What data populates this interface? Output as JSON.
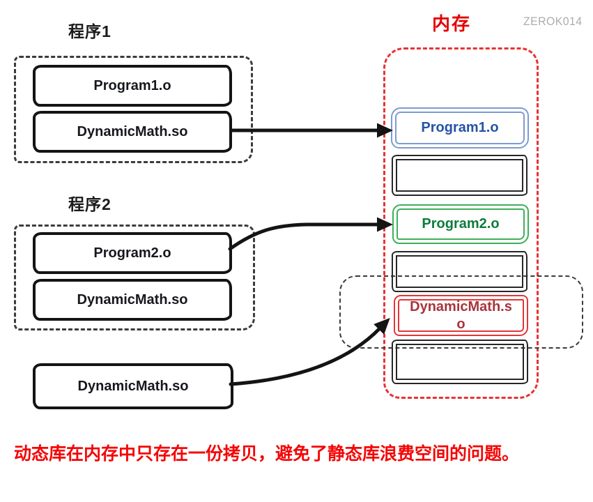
{
  "watermark": "ZEROK014",
  "program1": {
    "title": "程序1",
    "boxes": [
      {
        "label": "Program1.o"
      },
      {
        "label": "DynamicMath.so"
      }
    ]
  },
  "program2": {
    "title": "程序2",
    "boxes": [
      {
        "label": "Program2.o"
      },
      {
        "label": "DynamicMath.so"
      }
    ]
  },
  "standalone_box": {
    "label": "DynamicMath.so"
  },
  "memory": {
    "title": "内存",
    "slots": [
      {
        "label": "Program1.o",
        "color": "#2653a6"
      },
      {
        "label": "",
        "color": ""
      },
      {
        "label": "Program2.o",
        "color": "#0c7c3c"
      },
      {
        "label": "",
        "color": ""
      },
      {
        "label": "DynamicMath.so",
        "color": "#a8343c"
      },
      {
        "label": "",
        "color": ""
      }
    ]
  },
  "caption": "动态库在内存中只存在一份拷贝，避免了静态库浪费空间的问题。",
  "colors": {
    "memory_title": "#e60000",
    "memory_border": "#e63333",
    "blue_slot_border": "#7d9bd2",
    "green_slot_border": "#3fae5a",
    "red_slot_border": "#e23636",
    "caption_text": "#f50505",
    "watermark_text": "#acacac",
    "arrow": "#141414"
  }
}
